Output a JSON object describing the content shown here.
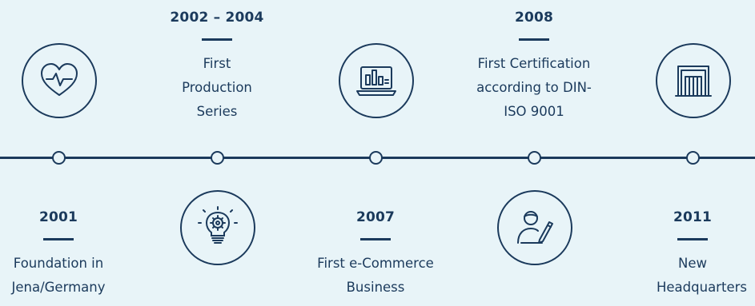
{
  "milestones": [
    {
      "year": "2001",
      "description": "Foundation in Jena/Germany",
      "icon": "heart-pulse-icon"
    },
    {
      "year": "2002 – 2004",
      "description": "First Production Series",
      "icon": "lightbulb-gear-icon"
    },
    {
      "year": "2007",
      "description": "First e-Commerce Business",
      "icon": "laptop-chart-icon"
    },
    {
      "year": "2008",
      "description": "First Certification according to DIN-ISO 9001",
      "icon": "person-signing-icon"
    },
    {
      "year": "2011",
      "description": "New Headquarters",
      "icon": "building-icon"
    }
  ],
  "colors": {
    "background": "#e8f4f8",
    "primary": "#1b3a5c"
  }
}
